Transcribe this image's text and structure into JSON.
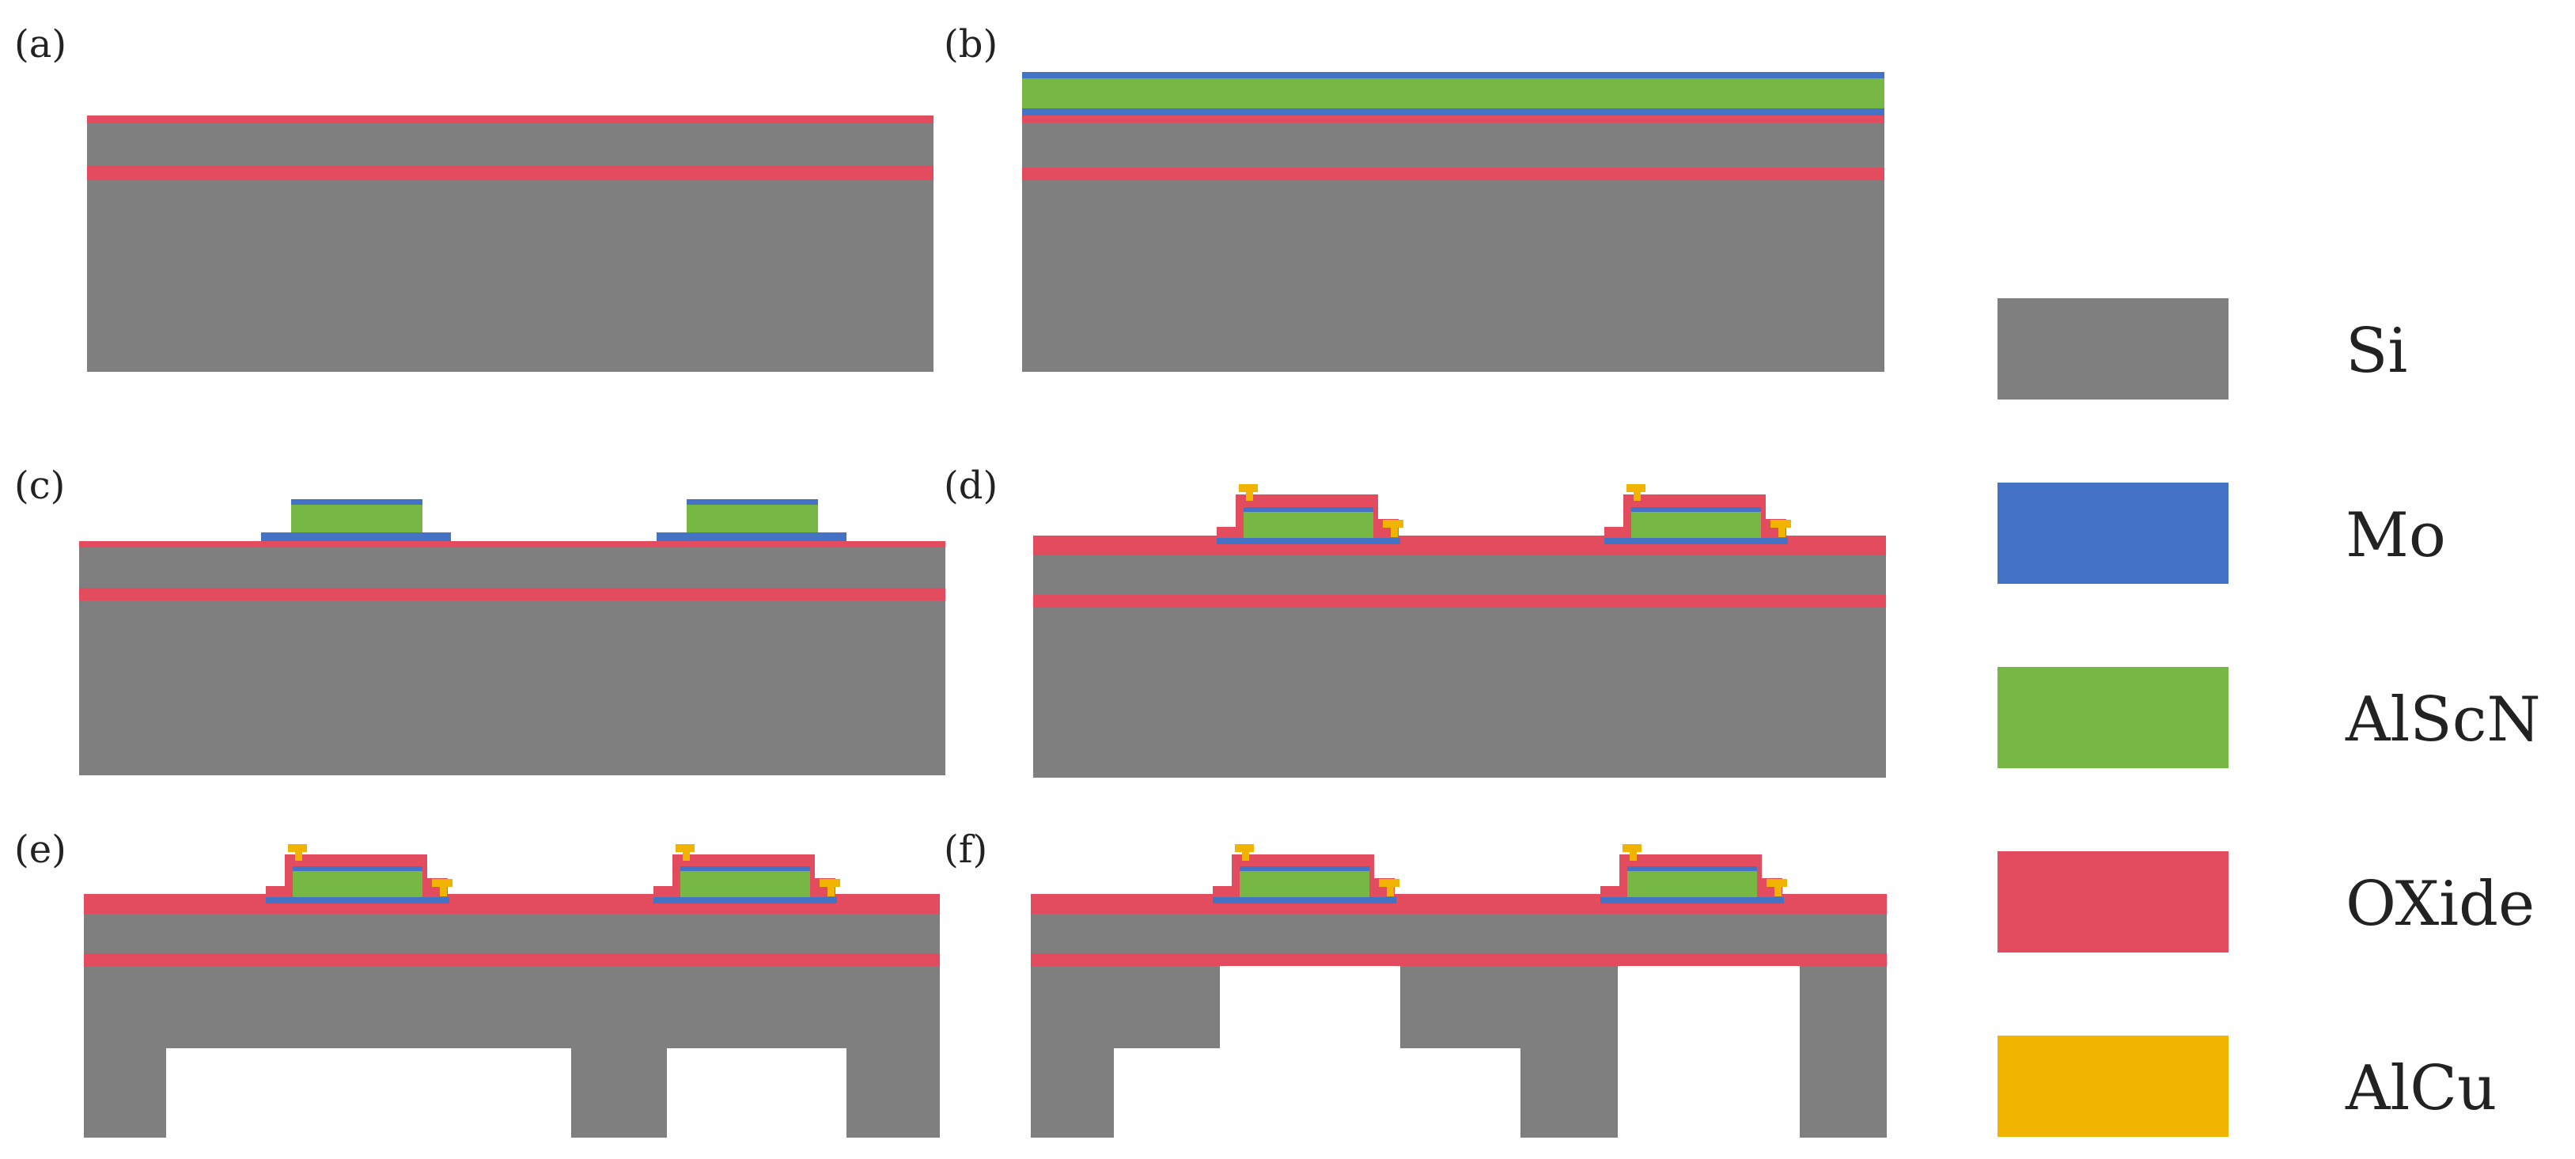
{
  "colors": {
    "si": "#7f7f7f",
    "mo": "#4472c4",
    "alscn": "#76b843",
    "oxide": "#e34b5e",
    "alcu": "#f0b400",
    "background": "#ffffff"
  },
  "panels": [
    {
      "label": "(a)"
    },
    {
      "label": "(b)"
    },
    {
      "label": "(c)"
    },
    {
      "label": "(d)"
    },
    {
      "label": "(e)"
    },
    {
      "label": "(f)"
    }
  ],
  "legend": [
    {
      "key": "si",
      "label": "Si"
    },
    {
      "key": "mo",
      "label": "Mo"
    },
    {
      "key": "alscn",
      "label": "AlScN"
    },
    {
      "key": "oxide",
      "label": "OXide"
    },
    {
      "key": "alcu",
      "label": "AlCu"
    }
  ]
}
